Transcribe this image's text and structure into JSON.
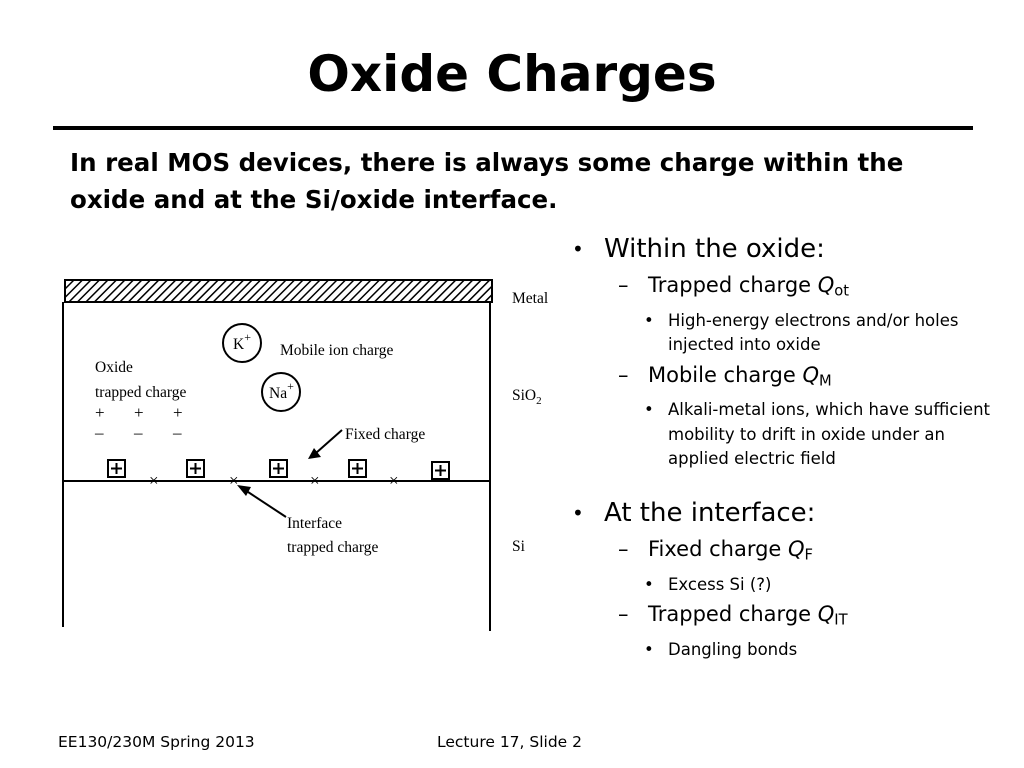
{
  "slide": {
    "title": "Oxide Charges",
    "intro": "In real MOS devices, there is always some charge within the oxide and at the Si/oxide interface."
  },
  "figure": {
    "layer_labels": {
      "metal": "Metal",
      "oxide_base": "SiO",
      "oxide_sub": "2",
      "silicon": "Si"
    },
    "labels": {
      "oxide_trapped_1": "Oxide",
      "oxide_trapped_2": "trapped charge",
      "mobile_ion": "Mobile ion charge",
      "fixed": "Fixed charge",
      "interface_1": "Interface",
      "interface_2": "trapped charge"
    },
    "ions": {
      "k": "K",
      "na": "Na",
      "charge": "+"
    },
    "symbols": {
      "plus": "+",
      "minus": "–",
      "cross": "×"
    }
  },
  "bullets": {
    "within": {
      "heading": "Within the oxide:",
      "trapped": {
        "text": "Trapped charge ",
        "symbol": "Q",
        "sub": "ot",
        "detail": "High-energy electrons and/or holes injected into oxide"
      },
      "mobile": {
        "text": "Mobile charge ",
        "symbol": "Q",
        "sub": "M",
        "detail": "Alkali-metal ions, which have sufficient mobility to drift in oxide under an applied electric field"
      }
    },
    "interface": {
      "heading": "At the interface:",
      "fixed": {
        "text": "Fixed charge ",
        "symbol": "Q",
        "sub": "F",
        "detail": "Excess Si (?)"
      },
      "trapped": {
        "text": "Trapped charge ",
        "symbol": "Q",
        "sub": "IT",
        "detail": "Dangling bonds"
      }
    },
    "markers": {
      "level1": "•",
      "level2": "–",
      "level3": "•"
    }
  },
  "footer": {
    "course": "EE130/230M Spring 2013",
    "slide_number": "Lecture 17, Slide 2"
  }
}
